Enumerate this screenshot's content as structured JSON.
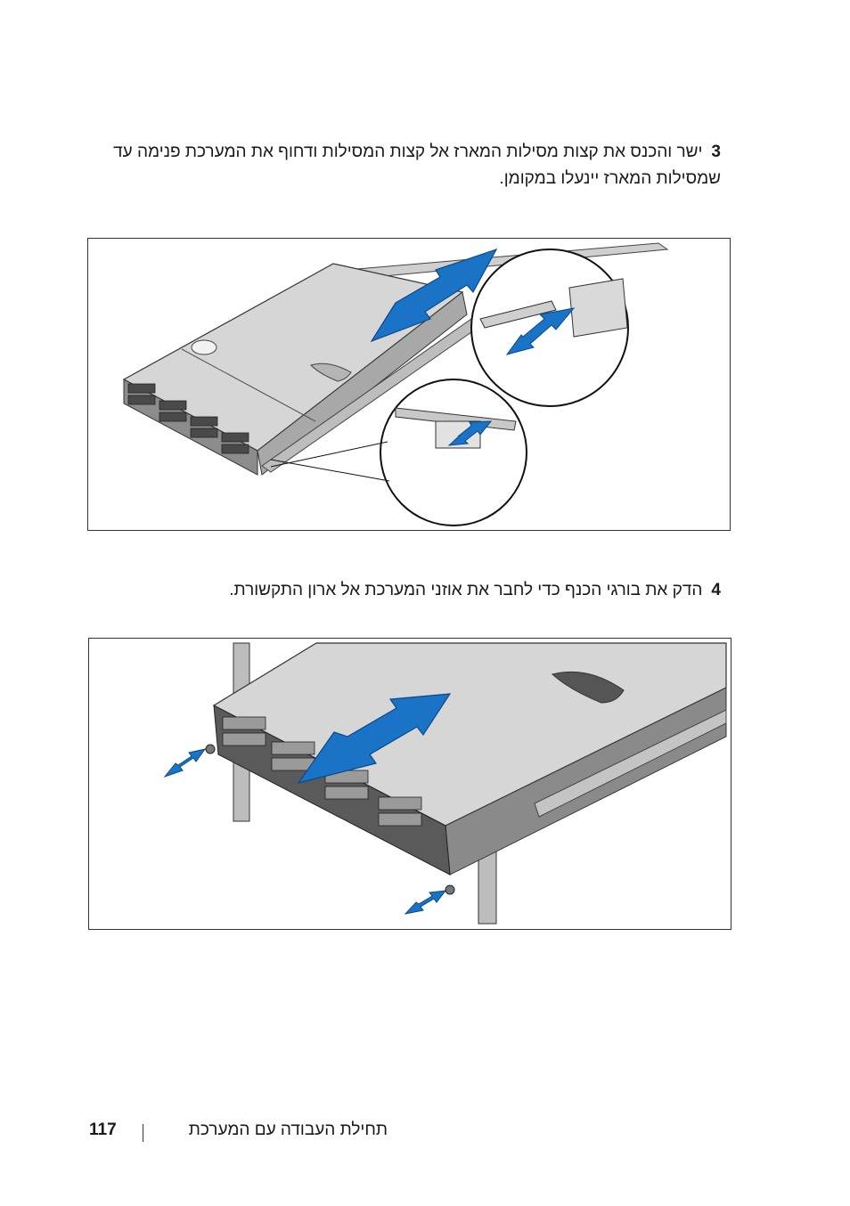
{
  "steps": [
    {
      "number": "3",
      "text": "ישר והכנס את קצות מסילות המארז אל קצות המסילות ודחוף את המערכת פנימה עד שמסילות המארז יינעלו במקומן."
    },
    {
      "number": "4",
      "text": "הדק את בורגי הכנף כדי לחבר את אוזני המערכת אל ארון התקשורת."
    }
  ],
  "footer": {
    "page_number": "117",
    "section_title": "תחילת העבודה עם המערכת"
  },
  "colors": {
    "arrow": "#1a73c7",
    "arrow_outline": "#0c4a85",
    "chassis_top": "#d6d6d6",
    "chassis_dark": "#3a3a3a",
    "rail": "#bdbdbd"
  }
}
